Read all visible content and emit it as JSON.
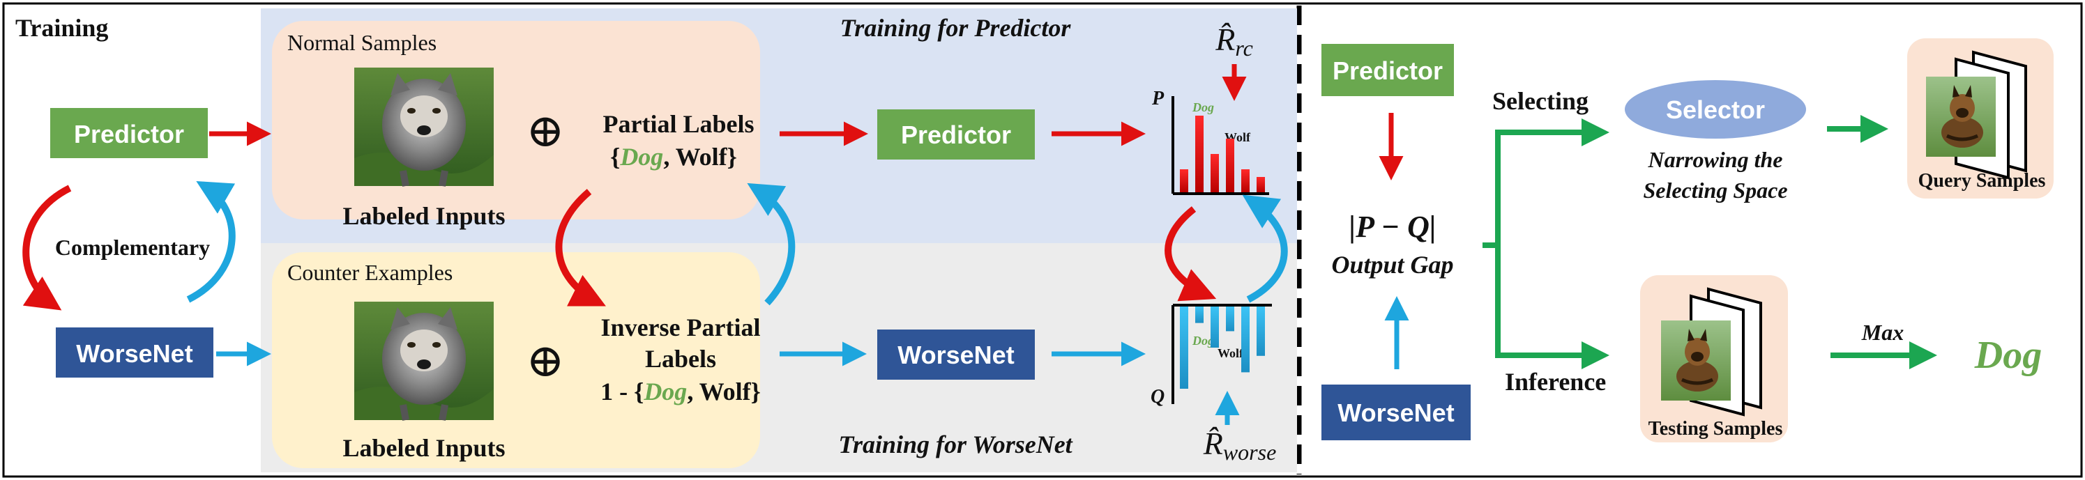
{
  "training_label": "Training",
  "predictor_label": "Predictor",
  "worsenet_label": "WorseNet",
  "complementary_label": "Complementary",
  "normal_samples": "Normal Samples",
  "counter_examples": "Counter Examples",
  "labeled_inputs": "Labeled Inputs",
  "oplus": "⊕",
  "partial_labels": {
    "title": "Partial Labels",
    "open": "{",
    "dog": "Dog",
    "rest": ", Wolf}"
  },
  "inverse_partial_labels": {
    "line1": "Inverse Partial",
    "line2": "Labels",
    "prefix": "1 - {",
    "dog": "Dog",
    "rest": ", Wolf}"
  },
  "training_for_predictor": "Training for Predictor",
  "training_for_worsenet": "Training for WorseNet",
  "r_rc": {
    "main": "R̂",
    "sub": "rc"
  },
  "r_worse": {
    "main": "R̂",
    "sub": "worse"
  },
  "axis_p": "P",
  "axis_q": "Q",
  "bar_dog": "Dog",
  "bar_wolf": "Wolf",
  "output_gap_formula": "|P − Q|",
  "output_gap_label": "Output Gap",
  "selecting_label": "Selecting",
  "inference_label": "Inference",
  "selector_label": "Selector",
  "narrowing_line1": "Narrowing the",
  "narrowing_line2": "Selecting Space",
  "query_samples": "Query Samples",
  "testing_samples": "Testing Samples",
  "max_label": "Max",
  "result_label": "Dog",
  "colors": {
    "green": "#6aa84f",
    "blue": "#2f5597",
    "red": "#e01010",
    "cyan": "#1ea6de",
    "arrow_green": "#1ca651",
    "peach": "#fbe3d3",
    "yellow": "#fff1cc",
    "light_blue": "#dae3f3",
    "light_gray": "#ececec",
    "dog_green": "#6aa84f"
  },
  "chart_data": [
    {
      "type": "bar",
      "title": "",
      "ylabel": "P",
      "annotations": [
        "Dog",
        "Wolf"
      ],
      "values": [
        0.3,
        1.0,
        0.5,
        0.7,
        0.3,
        0.2
      ],
      "ylim": [
        0,
        1
      ]
    },
    {
      "type": "bar",
      "title": "",
      "ylabel": "Q",
      "annotations": [
        "Dog",
        "Wolf"
      ],
      "values": [
        -1.0,
        -0.2,
        -0.5,
        -0.3,
        -0.8,
        -0.6
      ],
      "ylim": [
        -1,
        0
      ]
    }
  ]
}
